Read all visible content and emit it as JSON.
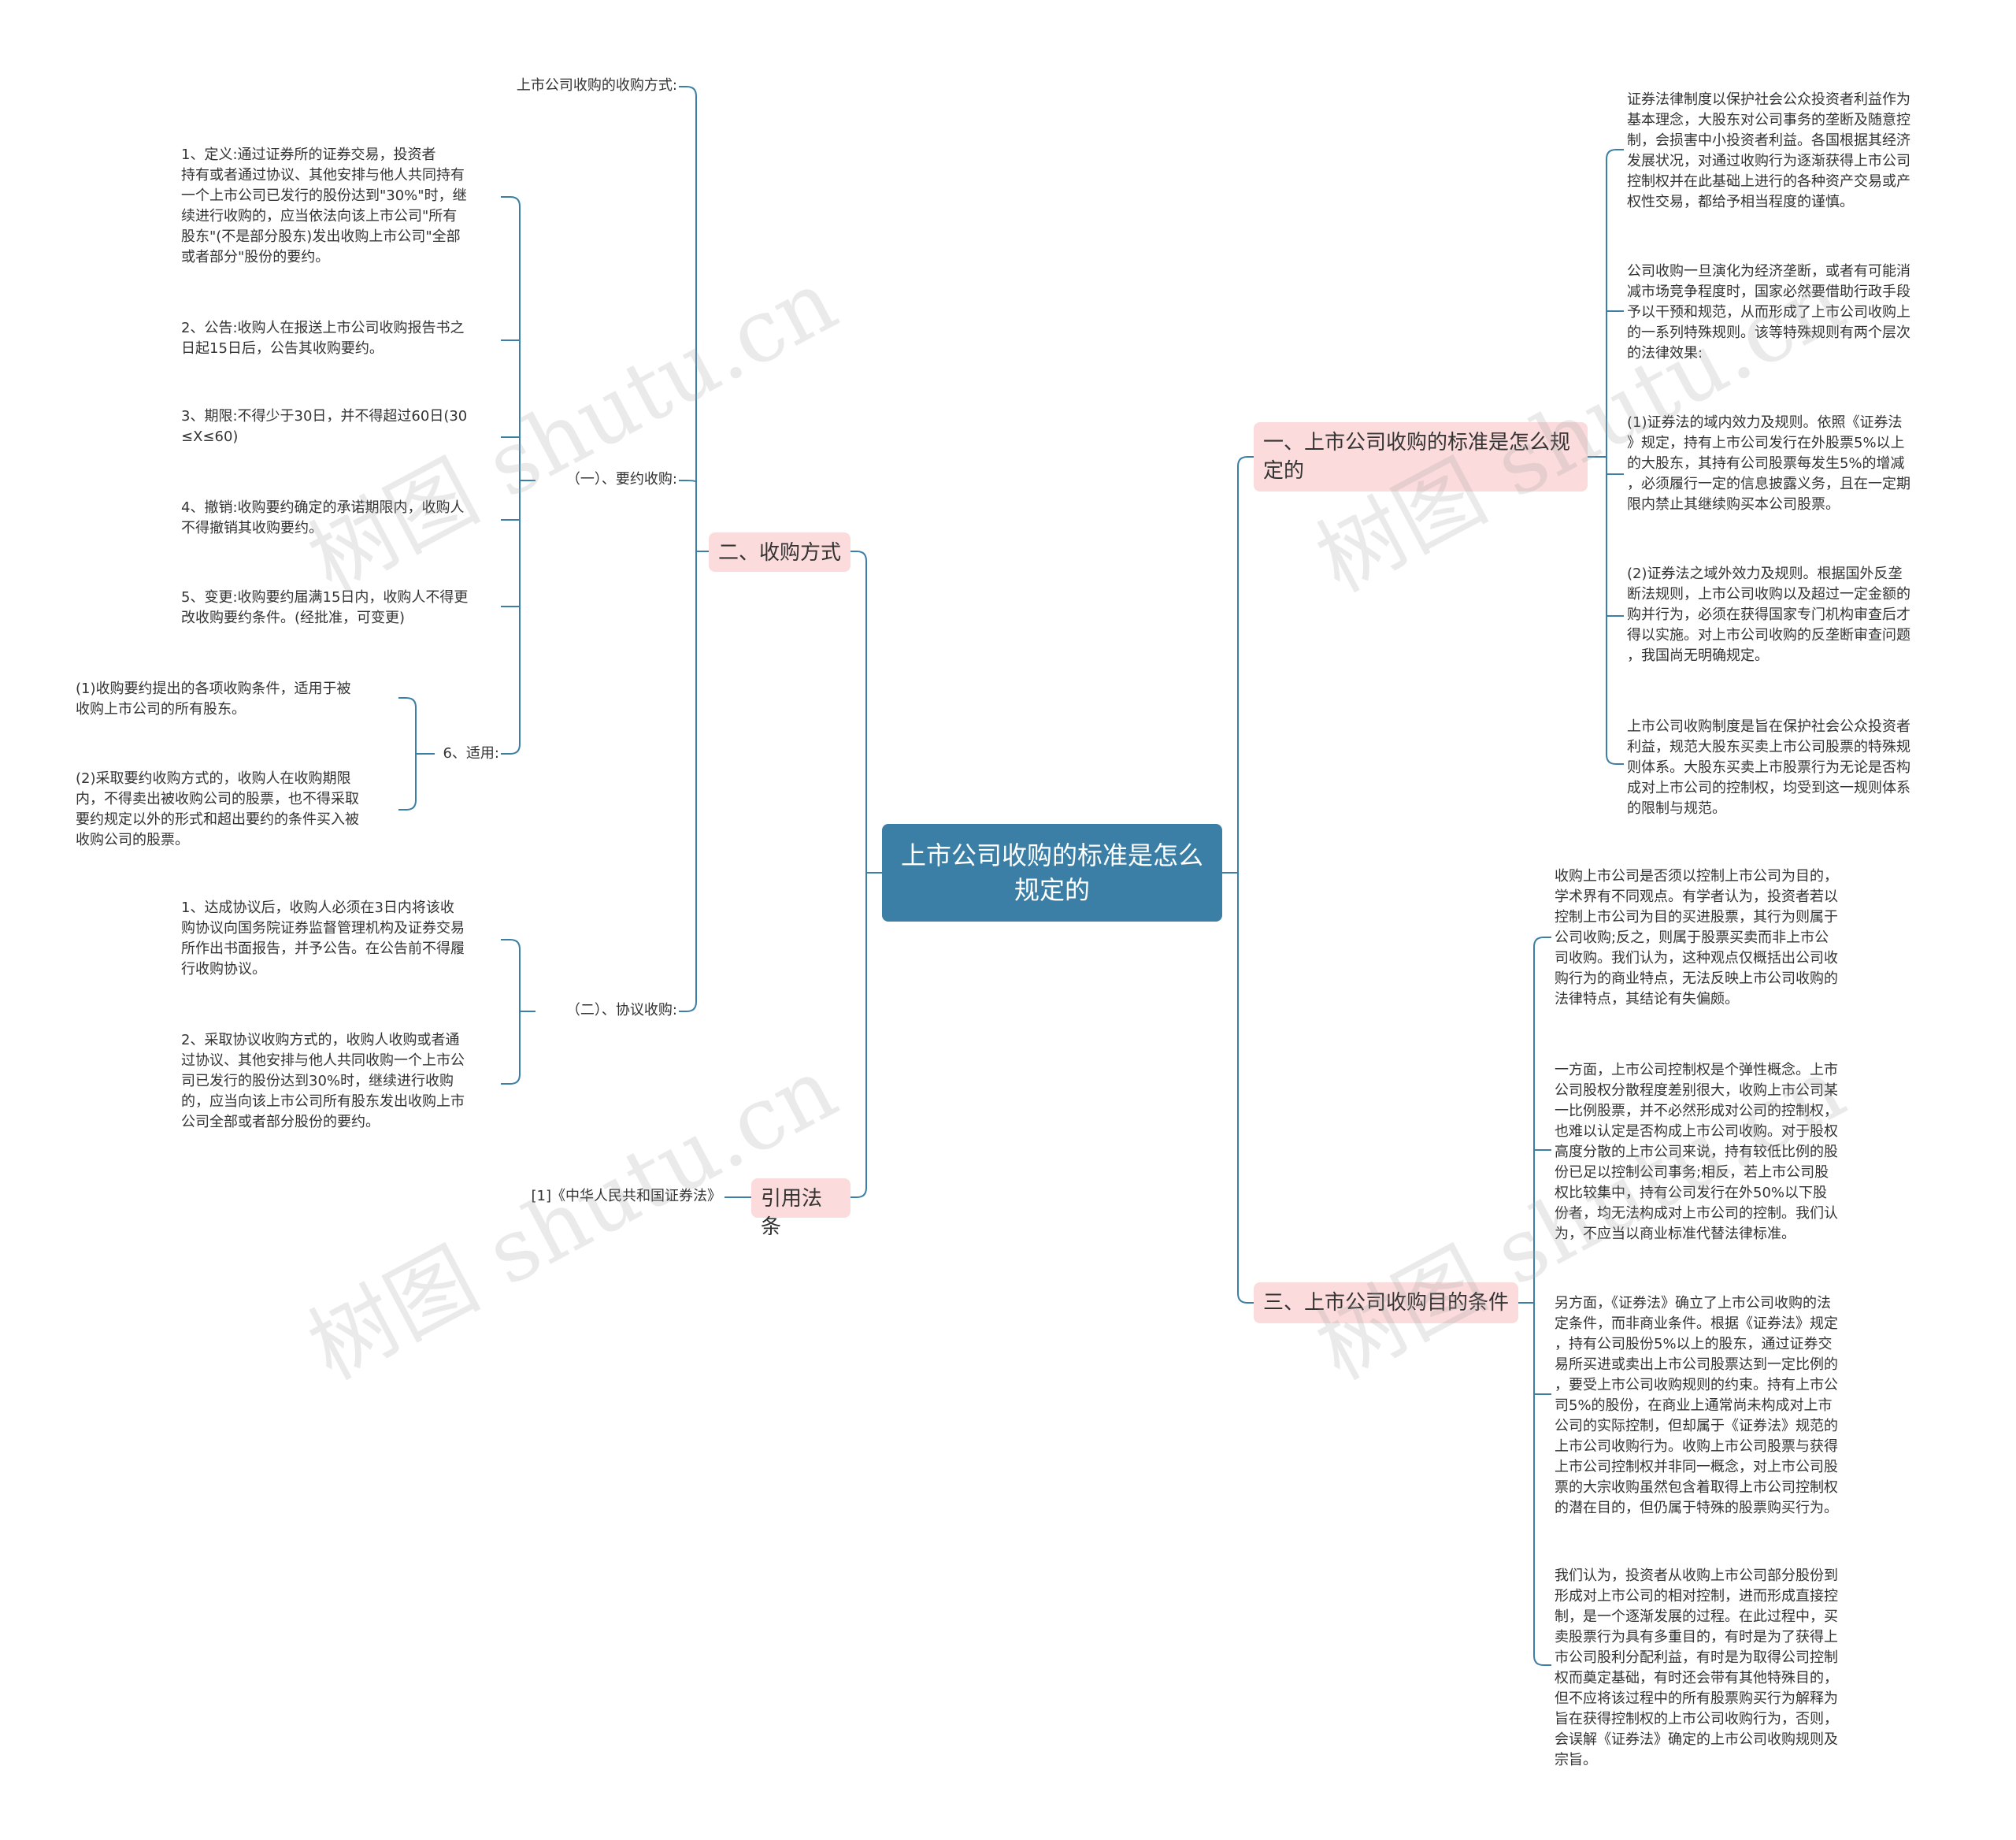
{
  "root": "上市公司收购的标准是怎么规定的",
  "left": {
    "b2": {
      "label": "二、收购方式",
      "intro": "上市公司收购的收购方式:",
      "offer": {
        "label": "（一）、要约收购:",
        "items": [
          "1、定义:通过证券所的证券交易，投资者\n持有或者通过协议、其他安排与他人共同持有\n一个上市公司已发行的股份达到\"30%\"时，继\n续进行收购的，应当依法向该上市公司\"所有\n股东\"(不是部分股东)发出收购上市公司\"全部\n或者部分\"股份的要约。",
          "2、公告:收购人在报送上市公司收购报告书之\n日起15日后，公告其收购要约。",
          "3、期限:不得少于30日，并不得超过60日(30\n≤X≤60)",
          "4、撤销:收购要约确定的承诺期限内，收购人\n不得撤销其收购要约。",
          "5、变更:收购要约届满15日内，收购人不得更\n改收购要约条件。(经批准，可变更)"
        ],
        "apply": {
          "label": "6、适用:",
          "items": [
            "(1)收购要约提出的各项收购条件，适用于被\n收购上市公司的所有股东。",
            "(2)采取要约收购方式的，收购人在收购期限\n内，不得卖出被收购公司的股票，也不得采取\n要约规定以外的形式和超出要约的条件买入被\n收购公司的股票。"
          ]
        }
      },
      "agreement": {
        "label": "（二）、协议收购:",
        "items": [
          "1、达成协议后，收购人必须在3日内将该收\n购协议向国务院证券监督管理机构及证券交易\n所作出书面报告，并予公告。在公告前不得履\n行收购协议。",
          "2、采取协议收购方式的，收购人收购或者通\n过协议、其他安排与他人共同收购一个上市公\n司已发行的股份达到30%时，继续进行收购\n的，应当向该上市公司所有股东发出收购上市\n公司全部或者部分股份的要约。"
        ]
      }
    },
    "law": {
      "label": "引用法条",
      "item": "[1]《中华人民共和国证券法》"
    }
  },
  "right": {
    "b1": {
      "label": "一、上市公司收购的标准是怎么规\n定的",
      "items": [
        "证券法律制度以保护社会公众投资者利益作为\n基本理念，大股东对公司事务的垄断及随意控\n制，会损害中小投资者利益。各国根据其经济\n发展状况，对通过收购行为逐渐获得上市公司\n控制权并在此基础上进行的各种资产交易或产\n权性交易，都给予相当程度的谨慎。",
        "公司收购一旦演化为经济垄断，或者有可能消\n减市场竞争程度时，国家必然要借助行政手段\n予以干预和规范，从而形成了上市公司收购上\n的一系列特殊规则。该等特殊规则有两个层次\n的法律效果:",
        "(1)证券法的域内效力及规则。依照《证券法\n》规定，持有上市公司发行在外股票5%以上\n的大股东，其持有公司股票每发生5%的增减\n，必须履行一定的信息披露义务，且在一定期\n限内禁止其继续购买本公司股票。",
        "(2)证券法之域外效力及规则。根据国外反垄\n断法规则，上市公司收购以及超过一定金额的\n购并行为，必须在获得国家专门机构审查后才\n得以实施。对上市公司收购的反垄断审查问题\n，我国尚无明确规定。",
        "上市公司收购制度是旨在保护社会公众投资者\n利益，规范大股东买卖上市公司股票的特殊规\n则体系。大股东买卖上市股票行为无论是否构\n成对上市公司的控制权，均受到这一规则体系\n的限制与规范。"
      ]
    },
    "b3": {
      "label": "三、上市公司收购目的条件",
      "items": [
        "收购上市公司是否须以控制上市公司为目的，\n学术界有不同观点。有学者认为，投资者若以\n控制上市公司为目的买进股票，其行为则属于\n公司收购;反之，则属于股票买卖而非上市公\n司收购。我们认为，这种观点仅概括出公司收\n购行为的商业特点，无法反映上市公司收购的\n法律特点，其结论有失偏颇。",
        "一方面，上市公司控制权是个弹性概念。上市\n公司股权分散程度差别很大，收购上市公司某\n一比例股票，并不必然形成对公司的控制权，\n也难以认定是否构成上市公司收购。对于股权\n高度分散的上市公司来说，持有较低比例的股\n份已足以控制公司事务;相反，若上市公司股\n权比较集中，持有公司发行在外50%以下股\n份者，均无法构成对上市公司的控制。我们认\n为，不应当以商业标准代替法律标准。",
        "另方面，《证券法》确立了上市公司收购的法\n定条件，而非商业条件。根据《证券法》规定\n，持有公司股份5%以上的股东，通过证券交\n易所买进或卖出上市公司股票达到一定比例的\n，要受上市公司收购规则的约束。持有上市公\n司5%的股份，在商业上通常尚未构成对上市\n公司的实际控制，但却属于《证券法》规范的\n上市公司收购行为。收购上市公司股票与获得\n上市公司控制权并非同一概念，对上市公司股\n票的大宗收购虽然包含着取得上市公司控制权\n的潜在目的，但仍属于特殊的股票购买行为。",
        "我们认为，投资者从收购上市公司部分股份到\n形成对上市公司的相对控制，进而形成直接控\n制，是一个逐渐发展的过程。在此过程中，买\n卖股票行为具有多重目的，有时是为了获得上\n市公司股利分配利益，有时是为取得公司控制\n权而奠定基础，有时还会带有其他特殊目的，\n但不应将该过程中的所有股票购买行为解释为\n旨在获得控制权的上市公司收购行为，否则，\n会误解《证券法》确定的上市公司收购规则及\n宗旨。"
      ]
    }
  },
  "watermark": [
    "树图 shutu.cn",
    "树图 shutu.cn",
    "树图 shutu.cn",
    "树图 shutu.cn"
  ],
  "colors": {
    "line": "#3c7fa6",
    "root_bg": "#3c7fa6",
    "topic_bg": "#fbdbdb",
    "text": "#333333"
  }
}
